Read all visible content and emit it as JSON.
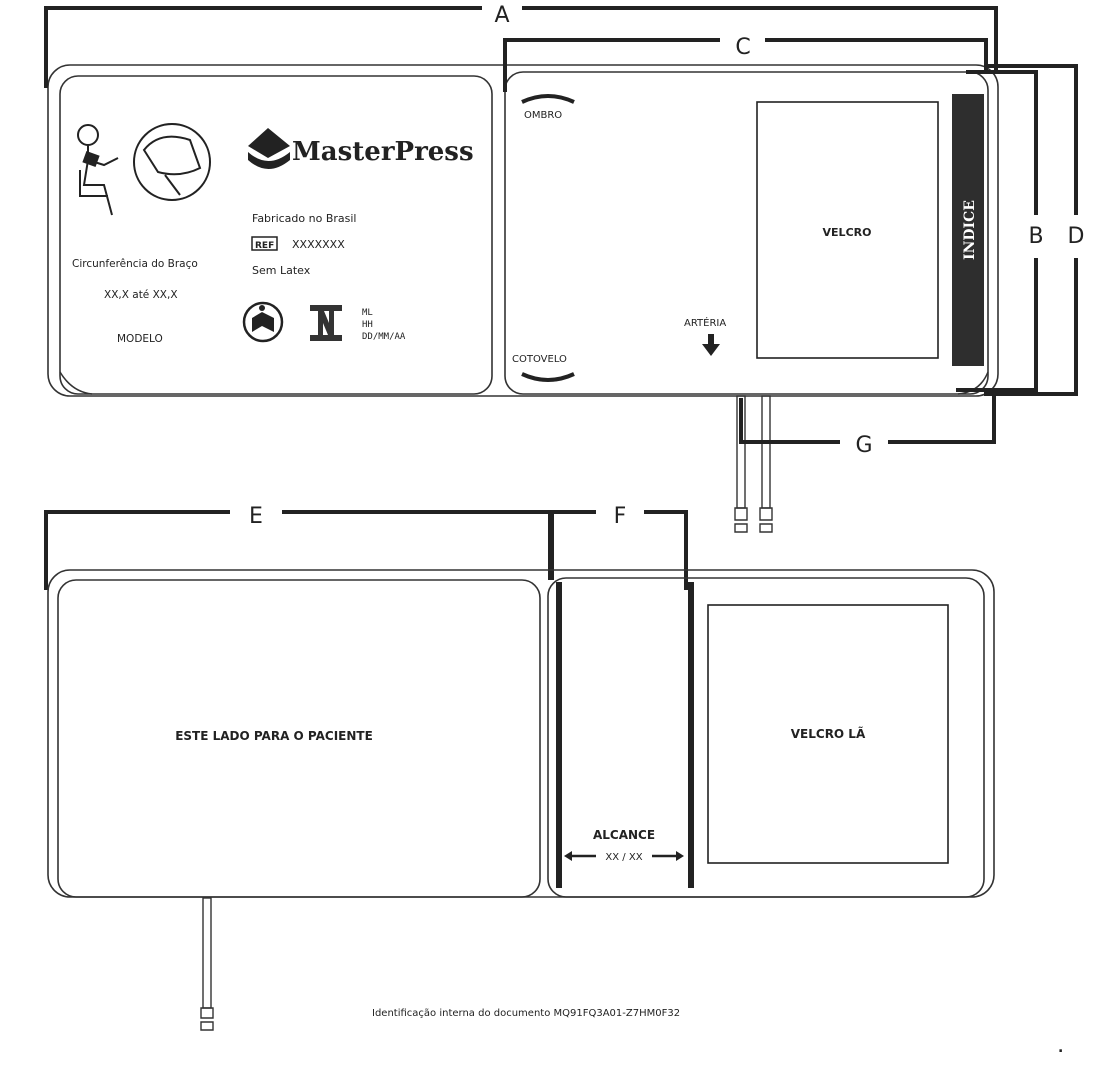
{
  "labels": {
    "A": "A",
    "B": "B",
    "C": "C",
    "D": "D",
    "E": "E",
    "F": "F",
    "G": "G"
  },
  "top_cuff": {
    "ombro": "OMBRO",
    "cotovelo": "COTOVELO",
    "arteria": "ARTÉRIA",
    "velcro": "VELCRO",
    "indice": "INDICE",
    "brand": "MasterPress",
    "fabricado": "Fabricado no Brasil",
    "ref_box": "REF",
    "ref_value": "XXXXXXX",
    "sem_latex": "Sem Latex",
    "circunferencia": "Circunferência do Braço",
    "range": "XX,X até XX,X",
    "modelo": "MODELO",
    "lot_lines": [
      "ML",
      "HH",
      "DD/MM/AA"
    ]
  },
  "bottom_cuff": {
    "paciente": "ESTE LADO PARA O PACIENTE",
    "velcro_la": "VELCRO LÃ",
    "alcance": "ALCANCE",
    "alcance_value": "XX / XX"
  },
  "footer": {
    "doc_id": "Identificação interna do documento MQ91FQ3A01-Z7HM0F32",
    "dot": "."
  }
}
